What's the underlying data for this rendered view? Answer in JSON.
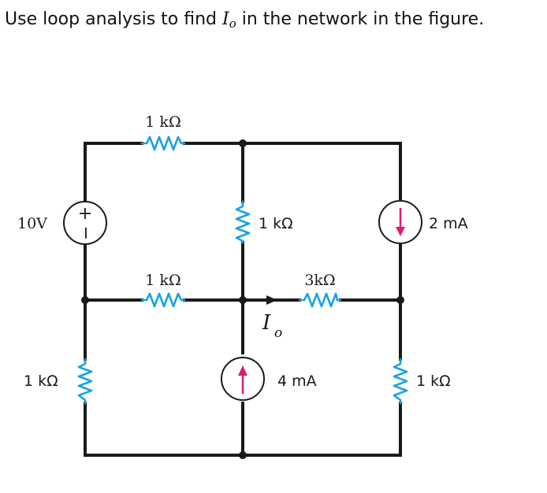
{
  "question": {
    "prefix": "Use loop analysis to find ",
    "variable": "I",
    "subscript": "o",
    "suffix": " in the network in the figure."
  },
  "colors": {
    "wire": "#1a1a1a",
    "resistor": "#1ba3e0",
    "arrow": "#e0177a"
  },
  "components": {
    "r_top_left": {
      "label": "1 kΩ"
    },
    "r_mid_vertical": {
      "label": "1 kΩ"
    },
    "r_mid_left": {
      "label": "1 kΩ"
    },
    "r_mid_right": {
      "label": "3kΩ"
    },
    "r_bottom_left": {
      "label": "1 kΩ"
    },
    "r_bottom_right": {
      "label": "1 kΩ"
    },
    "voltage_source": {
      "label": "10V",
      "plus": "+",
      "minus": "−"
    },
    "current_source_right": {
      "label": "2 mA",
      "arrow_icon": "down-arrow-icon"
    },
    "current_source_bottom": {
      "label": "4 mA",
      "arrow_icon": "up-arrow-icon"
    },
    "current_io": {
      "variable": "I",
      "subscript": "o",
      "arrow_icon": "right-arrow-icon"
    }
  }
}
